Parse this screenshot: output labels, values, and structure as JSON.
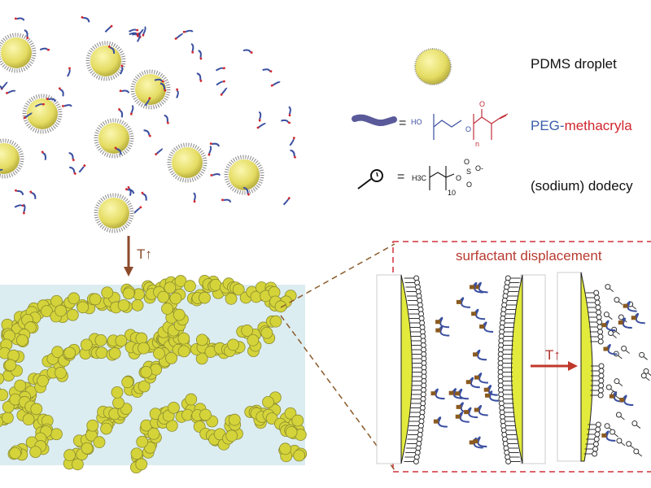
{
  "legend": {
    "droplet_label": "PDMS droplet",
    "peg_label_part1": "PEG-",
    "peg_label_part2": "methacryla",
    "sds_label": "(sodium) dodecy",
    "equals": "=",
    "peg_formula": {
      "ho": "HO",
      "o": "O",
      "n": "n",
      "carbonyl_o": "O"
    },
    "sds_formula": {
      "h3c": "H3C",
      "sub": "10",
      "o": "O",
      "s": "S",
      "o1": "O",
      "o2": "O",
      "o_minus": "O-"
    }
  },
  "arrows": {
    "heating_vertical": "T↑",
    "heating_horizontal": "T↑"
  },
  "inset": {
    "title": "surfactant displacement"
  },
  "colors": {
    "droplet": "#e6e070",
    "peg_blue": "#3a4fa0",
    "methacrylate_red": "#d0262e",
    "arrow_brown": "#8b4a2a",
    "inset_border": "#d0303a",
    "panel_blue": "#dcedf1",
    "interface_yellow": "#e2ea3c"
  }
}
